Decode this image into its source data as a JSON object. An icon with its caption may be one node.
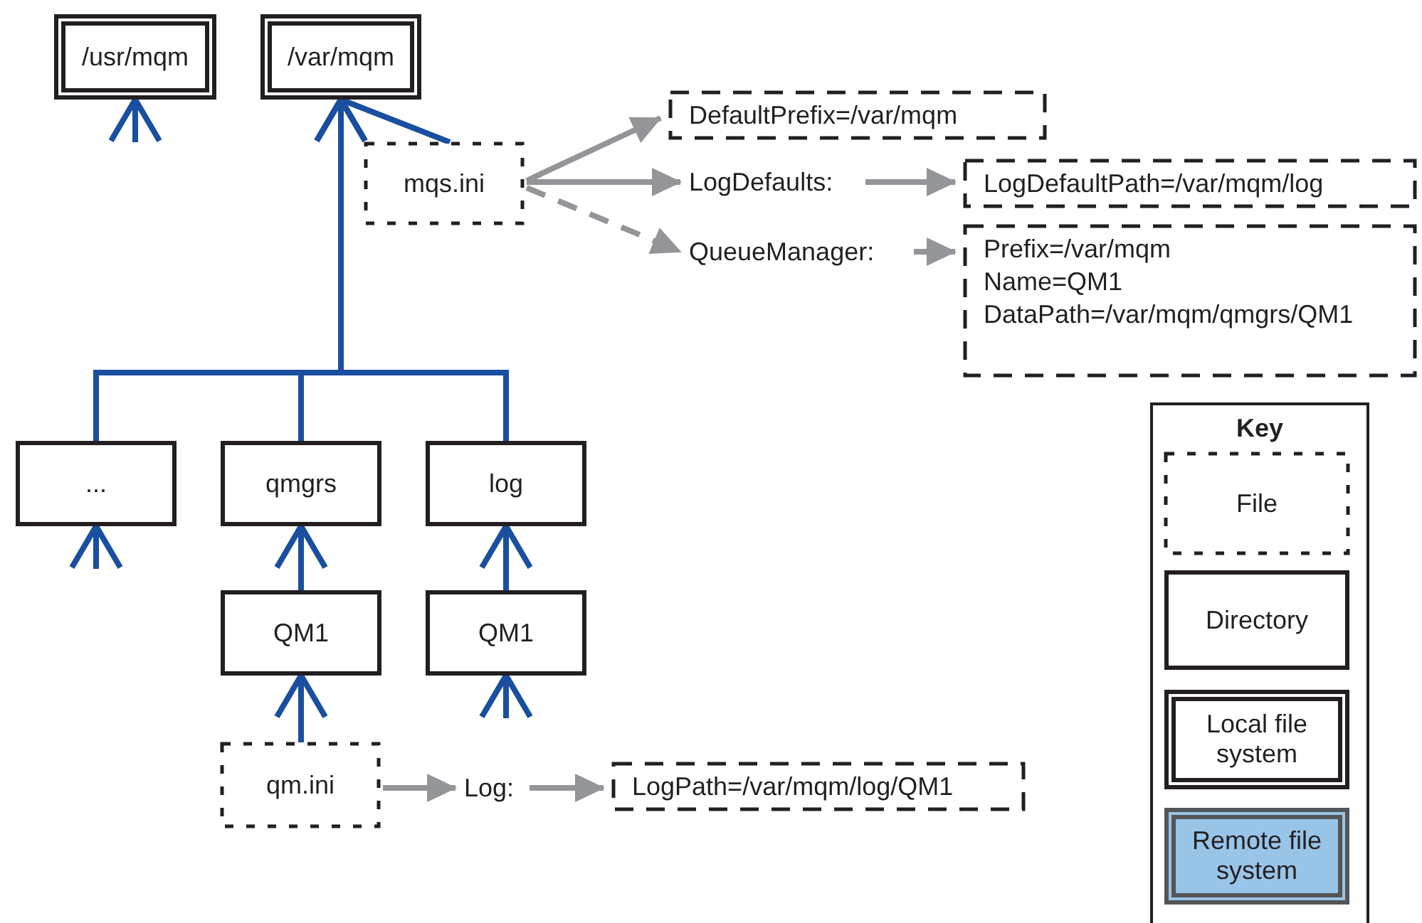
{
  "diagram": {
    "nodes": [
      {
        "text": [
          "/usr/mqm"
        ]
      },
      {
        "text": [
          "/var/mqm"
        ]
      },
      {
        "text": [
          "mqs.ini"
        ]
      },
      {
        "text": [
          "DefaultPrefix=/var/mqm"
        ]
      },
      {
        "text": [
          "LogDefaults:"
        ]
      },
      {
        "text": [
          "LogDefaultPath=/var/mqm/log"
        ]
      },
      {
        "text": [
          "QueueManager:"
        ]
      },
      {
        "text": [
          "Prefix=/var/mqm",
          "Name=QM1",
          "DataPath=/var/mqm/qmgrs/QM1"
        ]
      },
      {
        "text": [
          "..."
        ]
      },
      {
        "text": [
          "qmgrs"
        ]
      },
      {
        "text": [
          "log"
        ]
      },
      {
        "text": [
          "QM1"
        ]
      },
      {
        "text": [
          "QM1"
        ]
      },
      {
        "text": [
          "qm.ini"
        ]
      },
      {
        "text": [
          "Log:"
        ]
      },
      {
        "text": [
          "LogPath=/var/mqm/log/QM1"
        ]
      },
      {
        "text": [
          "Key"
        ]
      },
      {
        "text": [
          "File"
        ],
        "in": 16
      },
      {
        "text": [
          "Directory"
        ],
        "in": 16
      },
      {
        "text": [
          "Local file system"
        ],
        "in": 16
      },
      {
        "text": [
          "Remote file system"
        ],
        "in": 16
      }
    ],
    "edges": [
      {
        "from": null,
        "to": 0,
        "arrow": "to"
      },
      {
        "from": 2,
        "to": 1,
        "arrow": "none"
      },
      {
        "from": 8,
        "to": 1,
        "arrow": "to"
      },
      {
        "from": 9,
        "to": 1,
        "arrow": "to"
      },
      {
        "from": 10,
        "to": 1,
        "arrow": "to"
      },
      {
        "from": null,
        "to": 8,
        "arrow": "to"
      },
      {
        "from": 11,
        "to": 9,
        "arrow": "to"
      },
      {
        "from": 12,
        "to": 10,
        "arrow": "to"
      },
      {
        "from": 13,
        "to": 11,
        "arrow": "to"
      },
      {
        "from": null,
        "to": 12,
        "arrow": "to"
      },
      {
        "from": 2,
        "to": 3,
        "arrow": "to",
        "color": "#939598"
      },
      {
        "from": 2,
        "to": 4,
        "arrow": "to",
        "color": "#939598"
      },
      {
        "from": 2,
        "to": 6,
        "arrow": "to",
        "style": "dashed",
        "color": "#939598"
      },
      {
        "from": 4,
        "to": 5,
        "arrow": "to",
        "color": "#939598"
      },
      {
        "from": 6,
        "to": 7,
        "arrow": "to",
        "color": "#939598"
      },
      {
        "from": 13,
        "to": 14,
        "arrow": "to",
        "color": "#939598"
      },
      {
        "from": 14,
        "to": 15,
        "arrow": "to",
        "color": "#939598"
      }
    ]
  }
}
